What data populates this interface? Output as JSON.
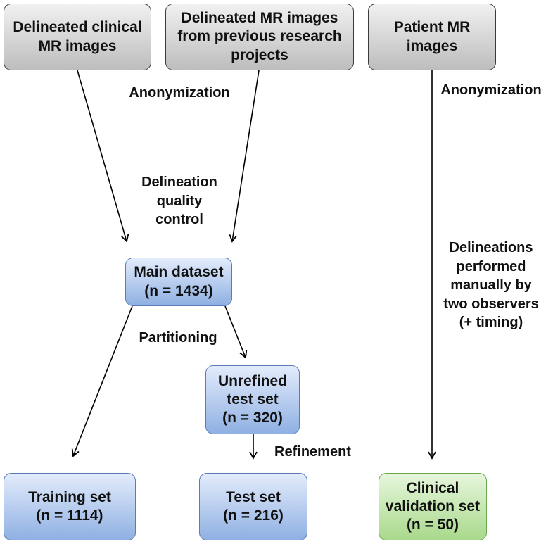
{
  "nodes": {
    "delineated_clinical": "Delineated clinical\nMR images",
    "delineated_previous": "Delineated MR images\nfrom previous research\nprojects",
    "patient_mr": "Patient MR\nimages",
    "main_dataset": "Main dataset\n(n = 1434)",
    "unrefined_test": "Unrefined\ntest set\n(n = 320)",
    "training_set": "Training set\n(n = 1114)",
    "test_set": "Test set\n(n = 216)",
    "clinical_validation": "Clinical\nvalidation set\n(n = 50)"
  },
  "labels": {
    "anonymization_left": "Anonymization",
    "quality_control": "Delineation\nquality\ncontrol",
    "partitioning": "Partitioning",
    "refinement": "Refinement",
    "anonymization_right": "Anonymization",
    "manual_delineations": "Delineations\nperformed\nmanually by\ntwo observers\n(+ timing)"
  },
  "colors": {
    "source_box": "#d9d9d9",
    "dataset_box": "#a9c3ec",
    "validation_box": "#b9e39f",
    "arrow": "#000000"
  }
}
